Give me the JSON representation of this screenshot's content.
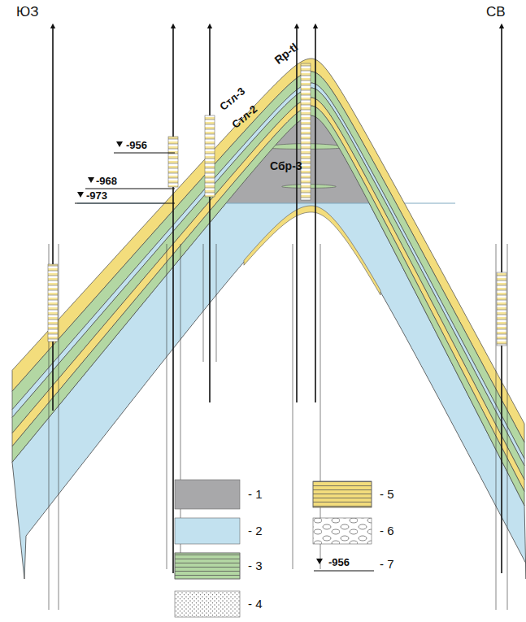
{
  "diagram": {
    "labels": [
      "ЮЗ",
      "СВ",
      "Rp-tl",
      "Стл-3",
      "Стл-2",
      "Сбр-3",
      "-956",
      "-968",
      "-973",
      "-956"
    ],
    "legend": [
      {
        "text": "- 1",
        "color": "#a8a8aa"
      },
      {
        "text": "- 2",
        "color": "#c2e1ef"
      },
      {
        "text": "- 3",
        "color": "#b3d7a3"
      },
      {
        "text": "- 4"
      },
      {
        "text": "- 5",
        "color": "#f3dd7c"
      },
      {
        "text": "- 6"
      },
      {
        "text": "- 7"
      }
    ]
  }
}
